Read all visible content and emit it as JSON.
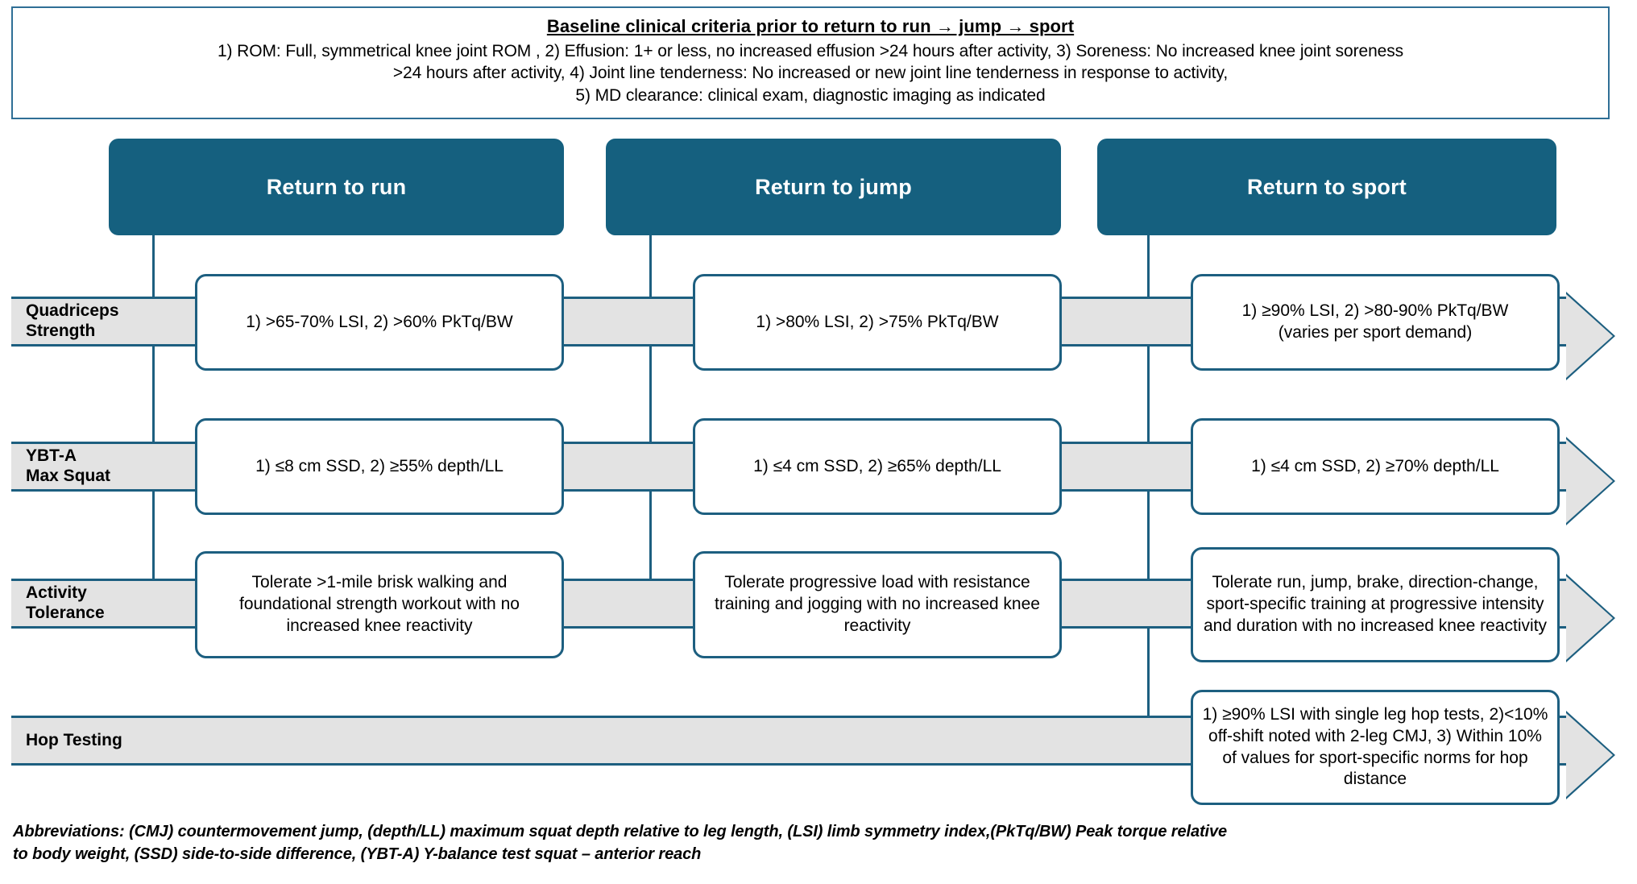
{
  "header": {
    "title": "Baseline clinical criteria prior to return to run → jump → sport",
    "lines": [
      "1)  ROM: Full, symmetrical knee joint ROM , 2) Effusion: 1+ or less, no increased effusion >24 hours after activity, 3) Soreness: No increased knee joint soreness",
      ">24 hours after activity, 4) Joint line tenderness: No increased or new joint line tenderness in response to activity,",
      "5) MD clearance: clinical exam, diagnostic imaging as indicated"
    ]
  },
  "columns": [
    {
      "label": "Return to run"
    },
    {
      "label": "Return to jump"
    },
    {
      "label": "Return to sport"
    }
  ],
  "rows": [
    {
      "label": "Quadriceps\nStrength",
      "cells": [
        "1) >65-70% LSI, 2) >60% PkTq/BW",
        "1) >80% LSI, 2) >75% PkTq/BW",
        "1) ≥90% LSI, 2) >80-90% PkTq/BW\n(varies per sport demand)"
      ]
    },
    {
      "label": "YBT-A\nMax Squat",
      "cells": [
        "1) ≤8 cm SSD, 2) ≥55% depth/LL",
        "1) ≤4 cm SSD, 2) ≥65% depth/LL",
        "1) ≤4 cm SSD, 2) ≥70% depth/LL"
      ]
    },
    {
      "label": "Activity\nTolerance",
      "cells": [
        "Tolerate >1-mile brisk walking and foundational strength workout with no increased knee reactivity",
        "Tolerate progressive load with resistance training and jogging with no increased knee reactivity",
        "Tolerate run, jump, brake, direction-change, sport-specific training at progressive intensity and duration with no increased knee reactivity"
      ]
    },
    {
      "label": "Hop Testing",
      "cells": [
        "",
        "",
        "1) ≥90% LSI with single leg hop tests, 2)<10% off-shift noted with 2-leg CMJ, 3) Within 10% of values for sport-specific norms for hop distance"
      ]
    }
  ],
  "footer": {
    "line1": "Abbreviations: (CMJ) countermovement jump, (depth/LL) maximum squat depth relative to leg length, (LSI) limb symmetry index,(PkTq/BW) Peak torque relative",
    "line2": "to body weight, (SSD) side-to-side difference, (YBT-A) Y-balance test squat – anterior reach"
  },
  "colors": {
    "header_fill": "#15607f",
    "border": "#1d5f80",
    "band_fill": "#e3e3e3",
    "criteria_border": "#2f6f96"
  }
}
